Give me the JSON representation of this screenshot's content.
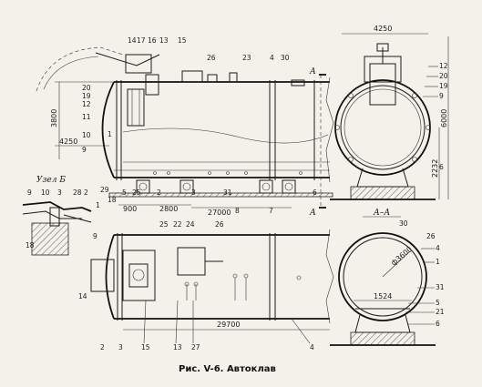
{
  "caption": "Рис. V-6. Автоклав",
  "section_labels": {
    "section_aa": "А–А",
    "cut_mark_a_top": "А",
    "cut_mark_a_bottom": "А",
    "detail_b": "Узел Б"
  },
  "dimensions": {
    "top_width_side": "4250",
    "height_side": "3800",
    "width_left": "4250",
    "len_900": "900",
    "len_2800": "2800",
    "len_27000": "27000",
    "len_29700": "29700",
    "end_width": "4250",
    "end_height": "6000",
    "end_height2": "2232",
    "diameter": "ф3600",
    "base_1524": "1524"
  },
  "side_view_callouts": [
    "14",
    "17",
    "16",
    "13",
    "15",
    "26",
    "23",
    "4",
    "30",
    "20",
    "19",
    "12",
    "11",
    "10",
    "9",
    "1",
    "2",
    "3",
    "31",
    "8",
    "7",
    "6",
    "25",
    "5",
    "29",
    "18"
  ],
  "plan_view_callouts": [
    "25",
    "22",
    "24",
    "26",
    "9",
    "14",
    "15",
    "13",
    "27",
    "4",
    "3",
    "2"
  ],
  "end_view_callouts": [
    "12",
    "20",
    "19",
    "9",
    "6"
  ],
  "section_callouts": [
    "30",
    "26",
    "4",
    "1",
    "31",
    "5",
    "21",
    "6"
  ],
  "detail_callouts": [
    "9",
    "10",
    "3",
    "28",
    "2",
    "18",
    "1"
  ]
}
